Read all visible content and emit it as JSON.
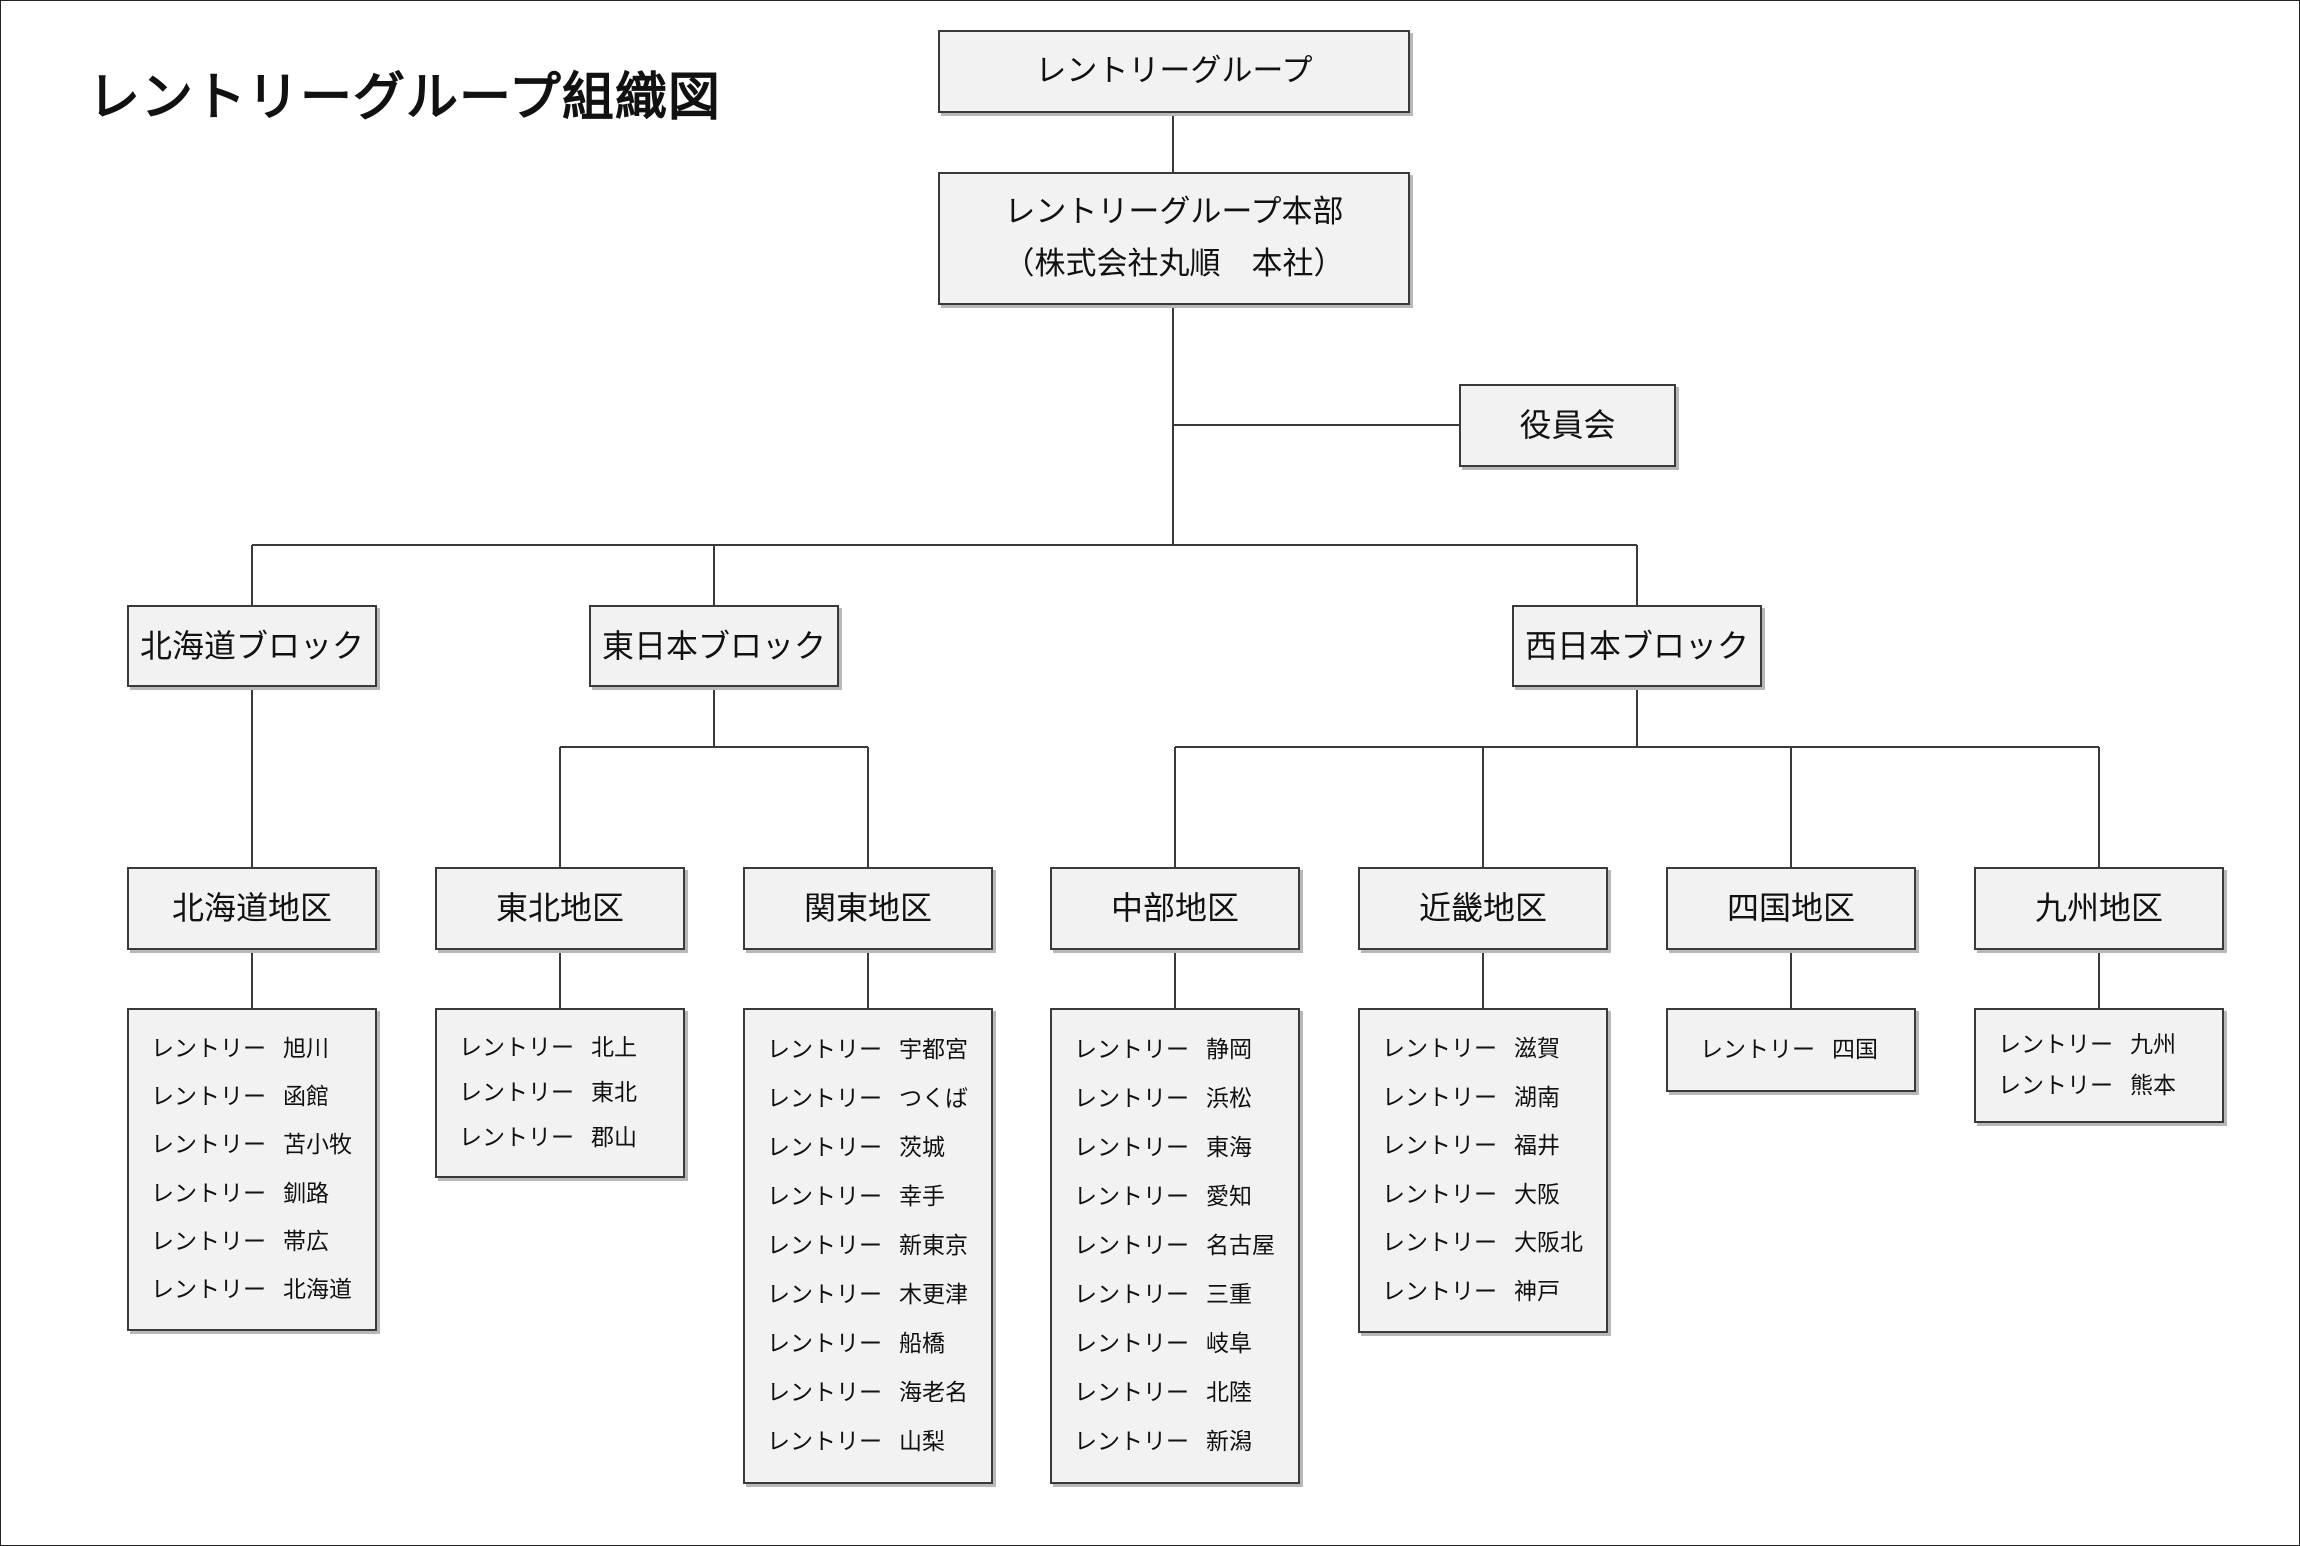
{
  "title": "レントリーグループ組織図",
  "root": "レントリーグループ",
  "headquarters": {
    "line1": "レントリーグループ本部",
    "line2": "（株式会社丸順　本社）"
  },
  "board": "役員会",
  "blocks": {
    "hokkaido": "北海道ブロック",
    "east": "東日本ブロック",
    "west": "西日本ブロック"
  },
  "regions": {
    "hokkaido": "北海道地区",
    "tohoku": "東北地区",
    "kanto": "関東地区",
    "chubu": "中部地区",
    "kinki": "近畿地区",
    "shikoku": "四国地区",
    "kyushu": "九州地区"
  },
  "prefix": "レントリー",
  "stores": {
    "hokkaido": [
      "旭川",
      "函館",
      "苫小牧",
      "釧路",
      "帯広",
      "北海道"
    ],
    "tohoku": [
      "北上",
      "東北",
      "郡山"
    ],
    "kanto": [
      "宇都宮",
      "つくば",
      "茨城",
      "幸手",
      "新東京",
      "木更津",
      "船橋",
      "海老名",
      "山梨"
    ],
    "chubu": [
      "静岡",
      "浜松",
      "東海",
      "愛知",
      "名古屋",
      "三重",
      "岐阜",
      "北陸",
      "新潟"
    ],
    "kinki": [
      "滋賀",
      "湖南",
      "福井",
      "大阪",
      "大阪北",
      "神戸"
    ],
    "shikoku": [
      "四国"
    ],
    "kyushu": [
      "九州",
      "熊本"
    ]
  }
}
